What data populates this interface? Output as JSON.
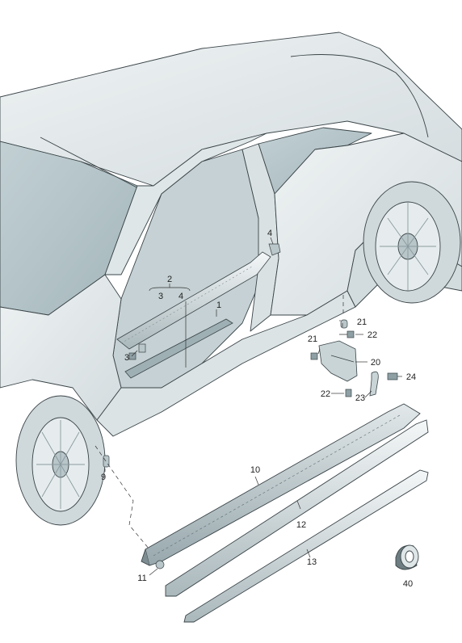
{
  "diagram": {
    "callouts": [
      {
        "id": "c1",
        "label": "1"
      },
      {
        "id": "c2",
        "label": "2"
      },
      {
        "id": "c3a",
        "label": "3"
      },
      {
        "id": "c4a",
        "label": "4"
      },
      {
        "id": "c3",
        "label": "3"
      },
      {
        "id": "c4",
        "label": "4"
      },
      {
        "id": "c9",
        "label": "9"
      },
      {
        "id": "c10",
        "label": "10"
      },
      {
        "id": "c11",
        "label": "11"
      },
      {
        "id": "c12",
        "label": "12"
      },
      {
        "id": "c13",
        "label": "13"
      },
      {
        "id": "c20",
        "label": "20"
      },
      {
        "id": "c21a",
        "label": "21"
      },
      {
        "id": "c21b",
        "label": "21"
      },
      {
        "id": "c22a",
        "label": "22"
      },
      {
        "id": "c22b",
        "label": "22"
      },
      {
        "id": "c23",
        "label": "23"
      },
      {
        "id": "c24",
        "label": "24"
      },
      {
        "id": "c40",
        "label": "40"
      }
    ],
    "colors": {
      "body_fill": "#e4e9ea",
      "body_shade": "#c9d3d6",
      "glass": "#b4c4c8",
      "outline": "#3a4448",
      "part_fill": "#d2dcdf",
      "part_dark": "#7d8d92",
      "callout_text": "#222222"
    },
    "icons": [
      "car-body-illustration",
      "wheel-icon",
      "clip-icon",
      "tape-roll-icon"
    ]
  }
}
